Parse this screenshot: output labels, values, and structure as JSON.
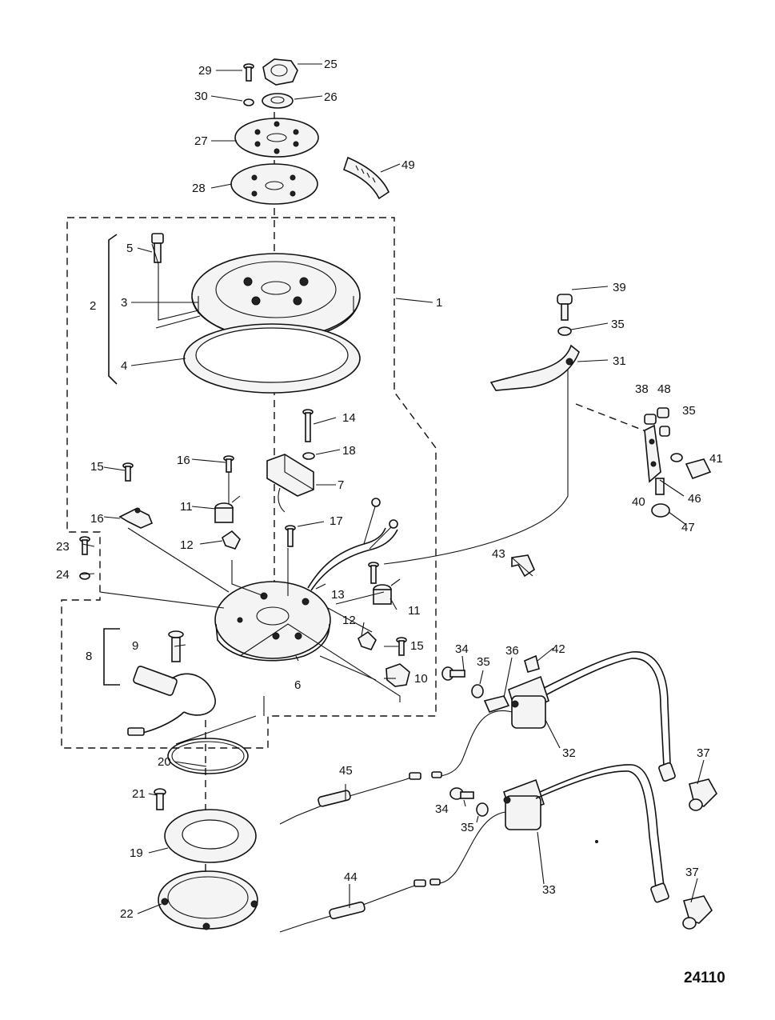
{
  "figure_number": "24110",
  "callouts": [
    "1",
    "2",
    "3",
    "4",
    "5",
    "6",
    "7",
    "8",
    "9",
    "10",
    "11",
    "12",
    "13",
    "14",
    "15",
    "16",
    "17",
    "18",
    "19",
    "20",
    "21",
    "22",
    "23",
    "24",
    "25",
    "26",
    "27",
    "28",
    "29",
    "30",
    "31",
    "32",
    "33",
    "34",
    "35",
    "36",
    "37",
    "38",
    "39",
    "40",
    "41",
    "42",
    "43",
    "44",
    "45",
    "46",
    "47",
    "48",
    "49"
  ]
}
